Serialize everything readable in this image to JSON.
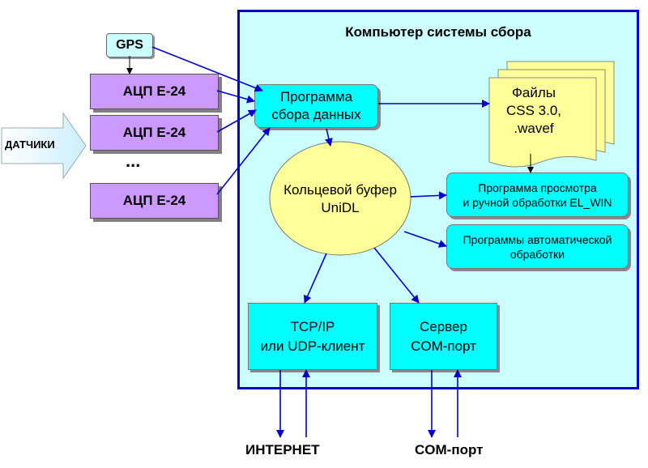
{
  "title": "Компьютер системы сбора",
  "gps": "GPS",
  "adc_label": "АЦП Е-24",
  "ellipsis": "...",
  "sensors": "ДАТЧИКИ",
  "acq_program": [
    "Программа",
    "сбора данных"
  ],
  "ring_buffer": [
    "Кольцевой буфер",
    "UniDL"
  ],
  "files": [
    "Файлы",
    "CSS 3.0,",
    ".wavef"
  ],
  "viewer": [
    "Программа просмотра",
    "и ручной обработки EL_WIN"
  ],
  "auto_processing": [
    "Программы автоматической",
    "обработки"
  ],
  "tcp_client": [
    "TCP/IP",
    "или UDP-клиент"
  ],
  "com_server": [
    "Сервер",
    "COM-порт"
  ],
  "internet": "ИНТЕРНЕТ",
  "com_port": "COM-порт",
  "colors": {
    "frame": "#0000cc",
    "frame_fill": "#ccffff",
    "adc_fill": "#cc99ff",
    "box_fill": "#00ffff",
    "ellipse_fill": "#ffff99",
    "files_fill": "#ffff99",
    "arrow": "#0000cc"
  }
}
